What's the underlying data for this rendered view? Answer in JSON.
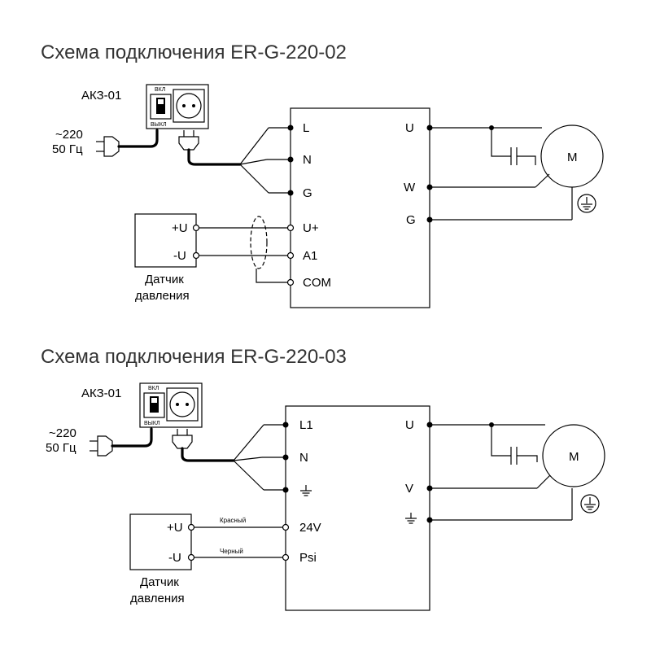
{
  "diagram1": {
    "title": "Схема подключения ER-G-220-02",
    "akz_label": "АКЗ-01",
    "switch_on": "ВКЛ",
    "switch_off": "ВЫКЛ",
    "supply_voltage": "~220",
    "supply_freq": "50 Гц",
    "terminals_left": [
      "L",
      "N",
      "G",
      "U+",
      "A1",
      "COM"
    ],
    "terminals_right": [
      "U",
      "W",
      "G"
    ],
    "motor_label": "M",
    "sensor_plus": "+U",
    "sensor_minus": "-U",
    "sensor_name_1": "Датчик",
    "sensor_name_2": "давления"
  },
  "diagram2": {
    "title": "Схема подключения ER-G-220-03",
    "akz_label": "АКЗ-01",
    "switch_on": "ВКЛ",
    "switch_off": "ВЫКЛ",
    "supply_voltage": "~220",
    "supply_freq": "50 Гц",
    "terminals_left": [
      "L1",
      "N",
      "24V",
      "Psi"
    ],
    "terminals_right": [
      "U",
      "V"
    ],
    "motor_label": "M",
    "sensor_plus": "+U",
    "sensor_minus": "-U",
    "wire_red": "Красный",
    "wire_black": "Черный",
    "sensor_name_1": "Датчик",
    "sensor_name_2": "давления"
  }
}
